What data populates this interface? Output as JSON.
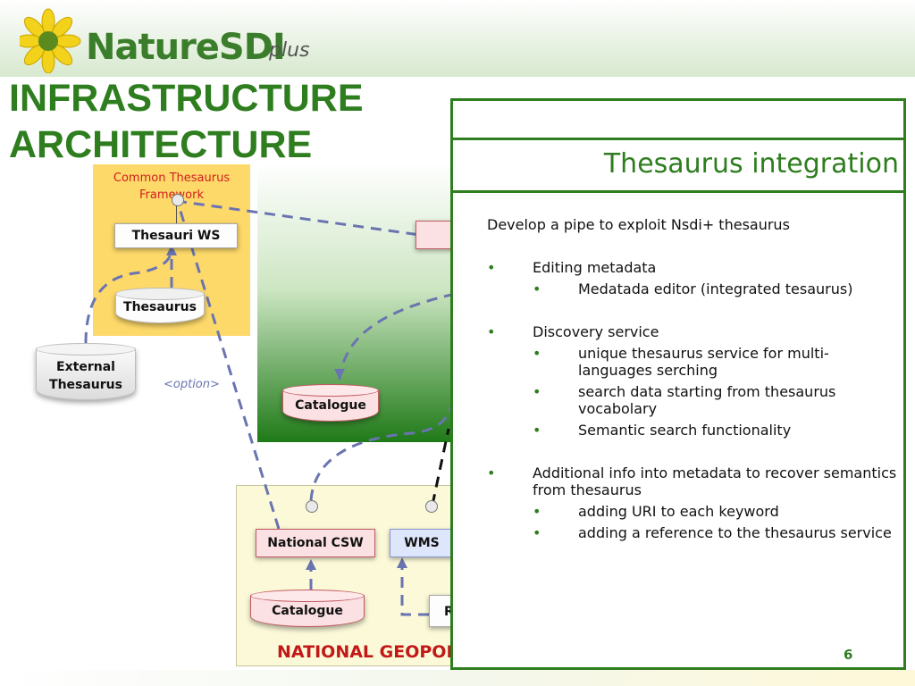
{
  "header": {
    "logo_text": "NatureSDI",
    "logo_suffix": "plus",
    "title_line1": "INFRASTRUCTURE",
    "title_line2": "ARCHITECTURE"
  },
  "diagram": {
    "framework_label": "Common Thesaurus Framework",
    "thesauri_ws": "Thesauri WS",
    "thesaurus_db": "Thesaurus",
    "external_thesaurus": "External Thesaurus",
    "option_label": "<option>",
    "catalogue_green": "Catalogue",
    "national_csw": "National CSW",
    "wms": "WMS",
    "catalogue_national": "Catalogue",
    "r_partial": "R",
    "national_title": "NATIONAL GEOPOR"
  },
  "panel": {
    "heading": "Thesaurus integration",
    "intro": "Develop a pipe to exploit Nsdi+ thesaurus",
    "bullet_char": "•",
    "items": [
      {
        "text": "Editing metadata",
        "subitems": [
          "Medatada editor (integrated tesaurus)"
        ]
      },
      {
        "text": "Discovery service",
        "subitems": [
          "unique thesaurus service for multi-languages serching",
          "search data starting from thesaurus vocabolary",
          "Semantic search functionality"
        ]
      },
      {
        "text": "Additional info into metadata to recover semantics from thesaurus",
        "subitems": [
          "adding URI to each keyword",
          "adding a reference to the thesaurus service"
        ]
      }
    ]
  },
  "page_number": "6",
  "colors": {
    "accent_green": "#2e7d1e",
    "framework_yellow": "#fdd96a",
    "label_red": "#d21e1e",
    "connector_blue": "#6a74b0"
  }
}
